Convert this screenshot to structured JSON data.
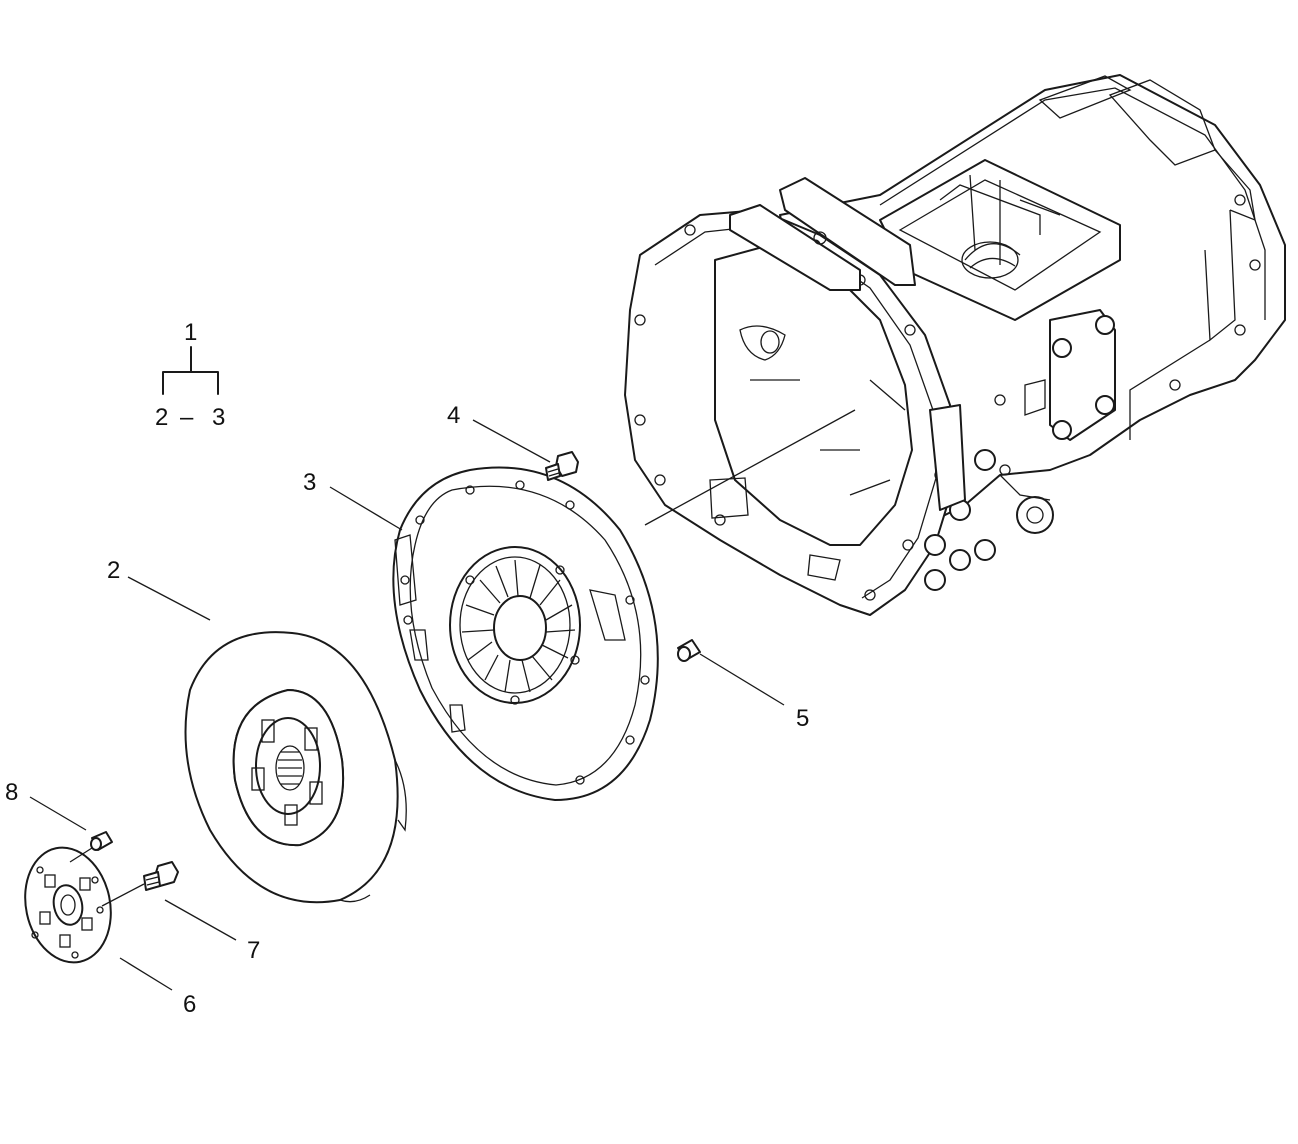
{
  "callouts": {
    "c1": "1",
    "c2": "2",
    "c3": "3",
    "c4": "4",
    "c5": "5",
    "c6": "6",
    "c7": "7",
    "c8": "8"
  },
  "assembly_key": {
    "parent": "1",
    "child_left": "2",
    "dash": "–",
    "child_right": "3"
  }
}
